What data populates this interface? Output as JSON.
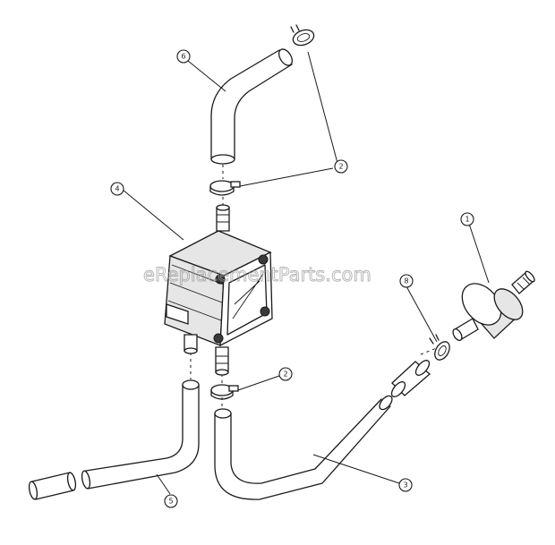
{
  "watermark": "eReplacementParts.com",
  "callouts": {
    "c1": "1",
    "c2a": "2",
    "c2b": "2",
    "c3": "3",
    "c4": "4",
    "c5": "5",
    "c6": "6",
    "c8": "8"
  }
}
